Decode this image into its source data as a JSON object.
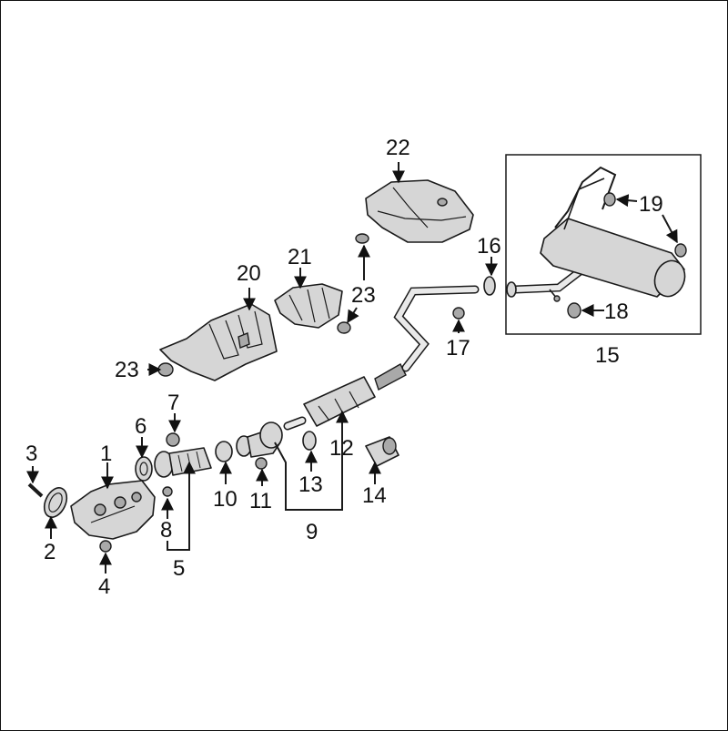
{
  "callouts": [
    {
      "id": "1",
      "label": "1"
    },
    {
      "id": "2",
      "label": "2"
    },
    {
      "id": "3",
      "label": "3"
    },
    {
      "id": "4",
      "label": "4"
    },
    {
      "id": "5",
      "label": "5"
    },
    {
      "id": "6",
      "label": "6"
    },
    {
      "id": "7",
      "label": "7"
    },
    {
      "id": "8",
      "label": "8"
    },
    {
      "id": "9",
      "label": "9"
    },
    {
      "id": "10",
      "label": "10"
    },
    {
      "id": "11",
      "label": "11"
    },
    {
      "id": "12",
      "label": "12"
    },
    {
      "id": "13",
      "label": "13"
    },
    {
      "id": "14",
      "label": "14"
    },
    {
      "id": "15",
      "label": "15"
    },
    {
      "id": "16",
      "label": "16"
    },
    {
      "id": "17",
      "label": "17"
    },
    {
      "id": "18",
      "label": "18"
    },
    {
      "id": "19",
      "label": "19"
    },
    {
      "id": "20",
      "label": "20"
    },
    {
      "id": "21",
      "label": "21"
    },
    {
      "id": "22",
      "label": "22"
    },
    {
      "id": "23a",
      "label": "23"
    },
    {
      "id": "23b",
      "label": "23"
    }
  ]
}
